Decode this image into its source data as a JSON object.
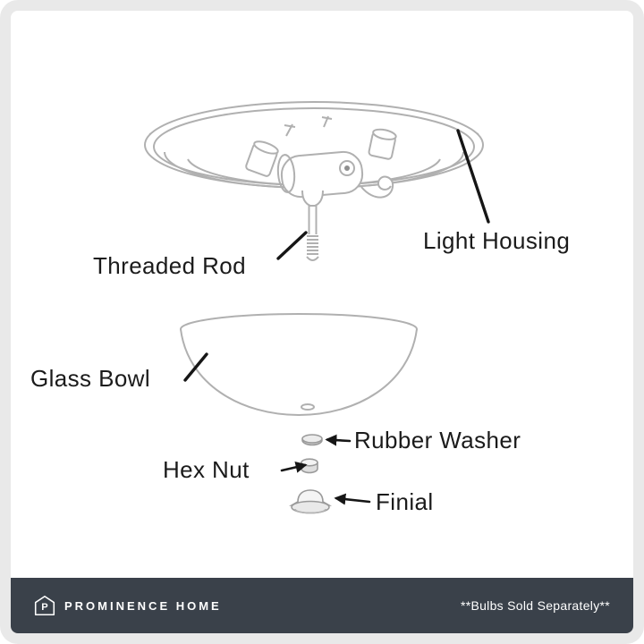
{
  "page": {
    "frame_color": "#e9e9e9",
    "background": "#ffffff"
  },
  "diagram": {
    "labels": {
      "light_housing": "Light Housing",
      "threaded_rod": "Threaded Rod",
      "glass_bowl": "Glass Bowl",
      "rubber_washer": "Rubber Washer",
      "hex_nut": "Hex Nut",
      "finial": "Finial"
    },
    "line_art_color": "#b0b0b0",
    "leader_line_color": "#161616",
    "label_color": "#1b1b1b"
  },
  "footer": {
    "logo_icon": "house-outline-icon",
    "logo_letter": "P",
    "brand": "PROMINENCE HOME",
    "note": "**Bulbs Sold Separately**",
    "background": "#3a414a",
    "text_color": "#ffffff"
  }
}
